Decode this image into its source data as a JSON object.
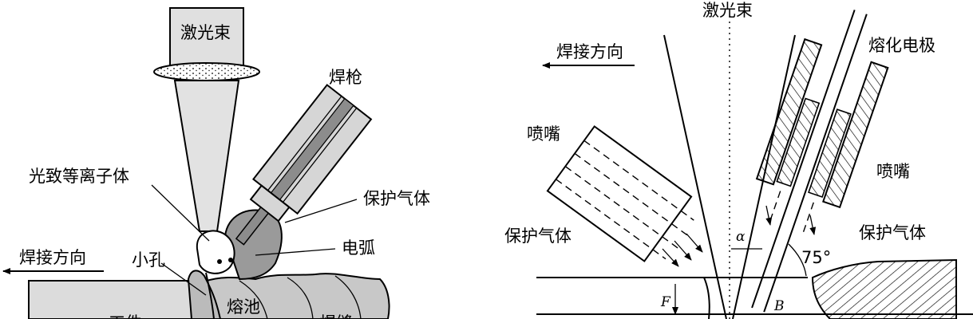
{
  "left_panel": {
    "laser_beam": "激光束",
    "welding_torch": "焊枪",
    "laser_plasma": "光致等离子体",
    "shielding_gas": "保护气体",
    "arc": "电弧",
    "welding_direction": "焊接方向",
    "keyhole": "小孔",
    "weld_pool": "熔池",
    "workpiece": "工件",
    "weld_seam": "焊缝"
  },
  "right_panel": {
    "laser_beam": "激光束",
    "welding_direction": "焊接方向",
    "consumable_electrode": "熔化电极",
    "nozzle_left": "喷嘴",
    "nozzle_right": "喷嘴",
    "shielding_gas_left": "保护气体",
    "shielding_gas_right": "保护气体",
    "angle_alpha": "α",
    "angle_75": "75°",
    "symbol_F": "F",
    "symbol_B": "B"
  }
}
